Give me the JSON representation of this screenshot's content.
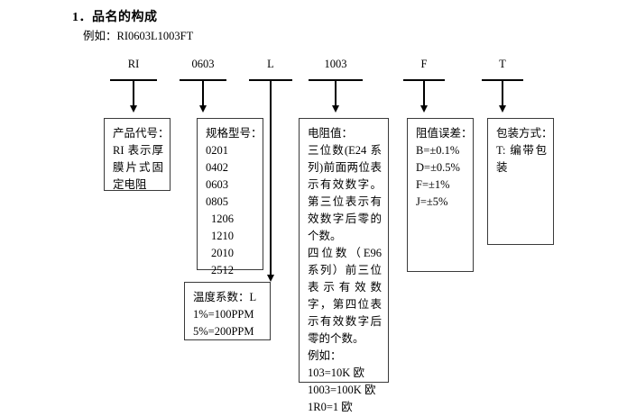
{
  "document": {
    "heading": "1．品名的构成",
    "subheading": "例如：RI0603L1003FT"
  },
  "code_segments": [
    {
      "label": "RI",
      "name": "product-code"
    },
    {
      "label": "0603",
      "name": "size-code"
    },
    {
      "label": "L",
      "name": "temp-coefficient-code"
    },
    {
      "label": "1003",
      "name": "resistance-code"
    },
    {
      "label": "F",
      "name": "tolerance-code"
    },
    {
      "label": "T",
      "name": "packaging-code"
    }
  ],
  "boxes": {
    "product_code": {
      "title": "产品代号：",
      "lines": [
        "RI 表示厚",
        "膜片式固",
        "定电阻"
      ]
    },
    "size": {
      "title": "规格型号：",
      "lines": [
        "0201",
        "0402",
        "0603",
        "0805",
        "1206",
        "1210",
        "2010",
        "2512"
      ]
    },
    "temp_coefficient": {
      "title": "温度系数：L",
      "lines": [
        "1%=100PPM",
        "5%=200PPM"
      ]
    },
    "resistance": {
      "title": "电阻值：",
      "paragraph1": "三位数(E24 系列)前面两位表示有效数字。第三位表示有效数字后零的个数。",
      "paragraph2": "四位数（E96 系列）前三位表示有效数字，第四位表示有效数字后零的个数。",
      "example_label": "例如：",
      "examples": [
        "103=10K 欧",
        "1003=100K 欧",
        "1R0=1 欧"
      ]
    },
    "tolerance": {
      "title": "阻值误差：",
      "lines": [
        "B=±0.1%",
        "D=±0.5%",
        "F=±1%",
        "J=±5%"
      ]
    },
    "packaging": {
      "title": "包装方式：",
      "lines": [
        "T: 编带包",
        "装"
      ]
    }
  }
}
